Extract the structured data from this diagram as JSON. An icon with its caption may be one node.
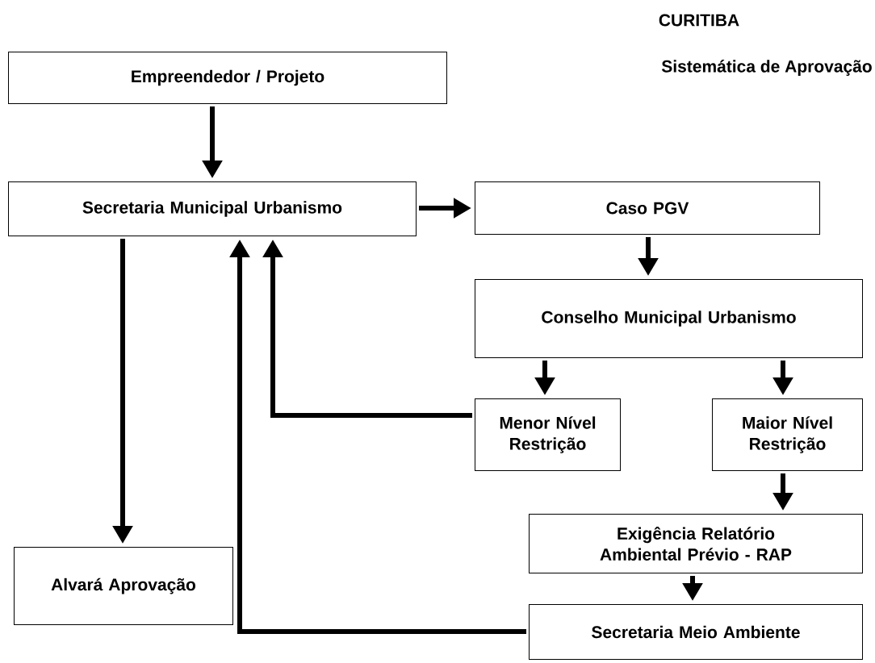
{
  "diagram": {
    "title": "CURITIBA",
    "nodes": [
      {
        "text": [
          "Empreendedor / Projeto"
        ]
      },
      {
        "text": [
          "Secretaria Municipal Urbanismo"
        ]
      },
      {
        "text": [
          "Caso PGV"
        ]
      },
      {
        "text": [
          "Conselho Municipal Urbanismo"
        ]
      },
      {
        "text": [
          "Menor Nível Restrição"
        ]
      },
      {
        "text": [
          "Maior Nível Restrição"
        ]
      },
      {
        "text": [
          "Exigência Relatório Ambiental Prévio - RAP"
        ]
      },
      {
        "text": [
          "Alvará Aprovação"
        ]
      },
      {
        "text": [
          "Secretaria Meio Ambiente"
        ]
      }
    ],
    "edges": [
      {
        "from": 0,
        "to": 1,
        "arrow": "to"
      },
      {
        "from": 1,
        "to": 2,
        "arrow": "to"
      },
      {
        "from": 2,
        "to": 3,
        "arrow": "to"
      },
      {
        "from": 3,
        "to": 4,
        "arrow": "to"
      },
      {
        "from": 3,
        "to": 5,
        "arrow": "to"
      },
      {
        "from": 5,
        "to": 6,
        "arrow": "to"
      },
      {
        "from": 6,
        "to": 8,
        "arrow": "to"
      },
      {
        "from": 1,
        "to": 7,
        "arrow": "to"
      },
      {
        "from": 4,
        "to": 1,
        "arrow": "to"
      },
      {
        "from": 8,
        "to": 1,
        "arrow": "to"
      }
    ],
    "labels": [
      "Sistemática de Aprovação"
    ]
  }
}
